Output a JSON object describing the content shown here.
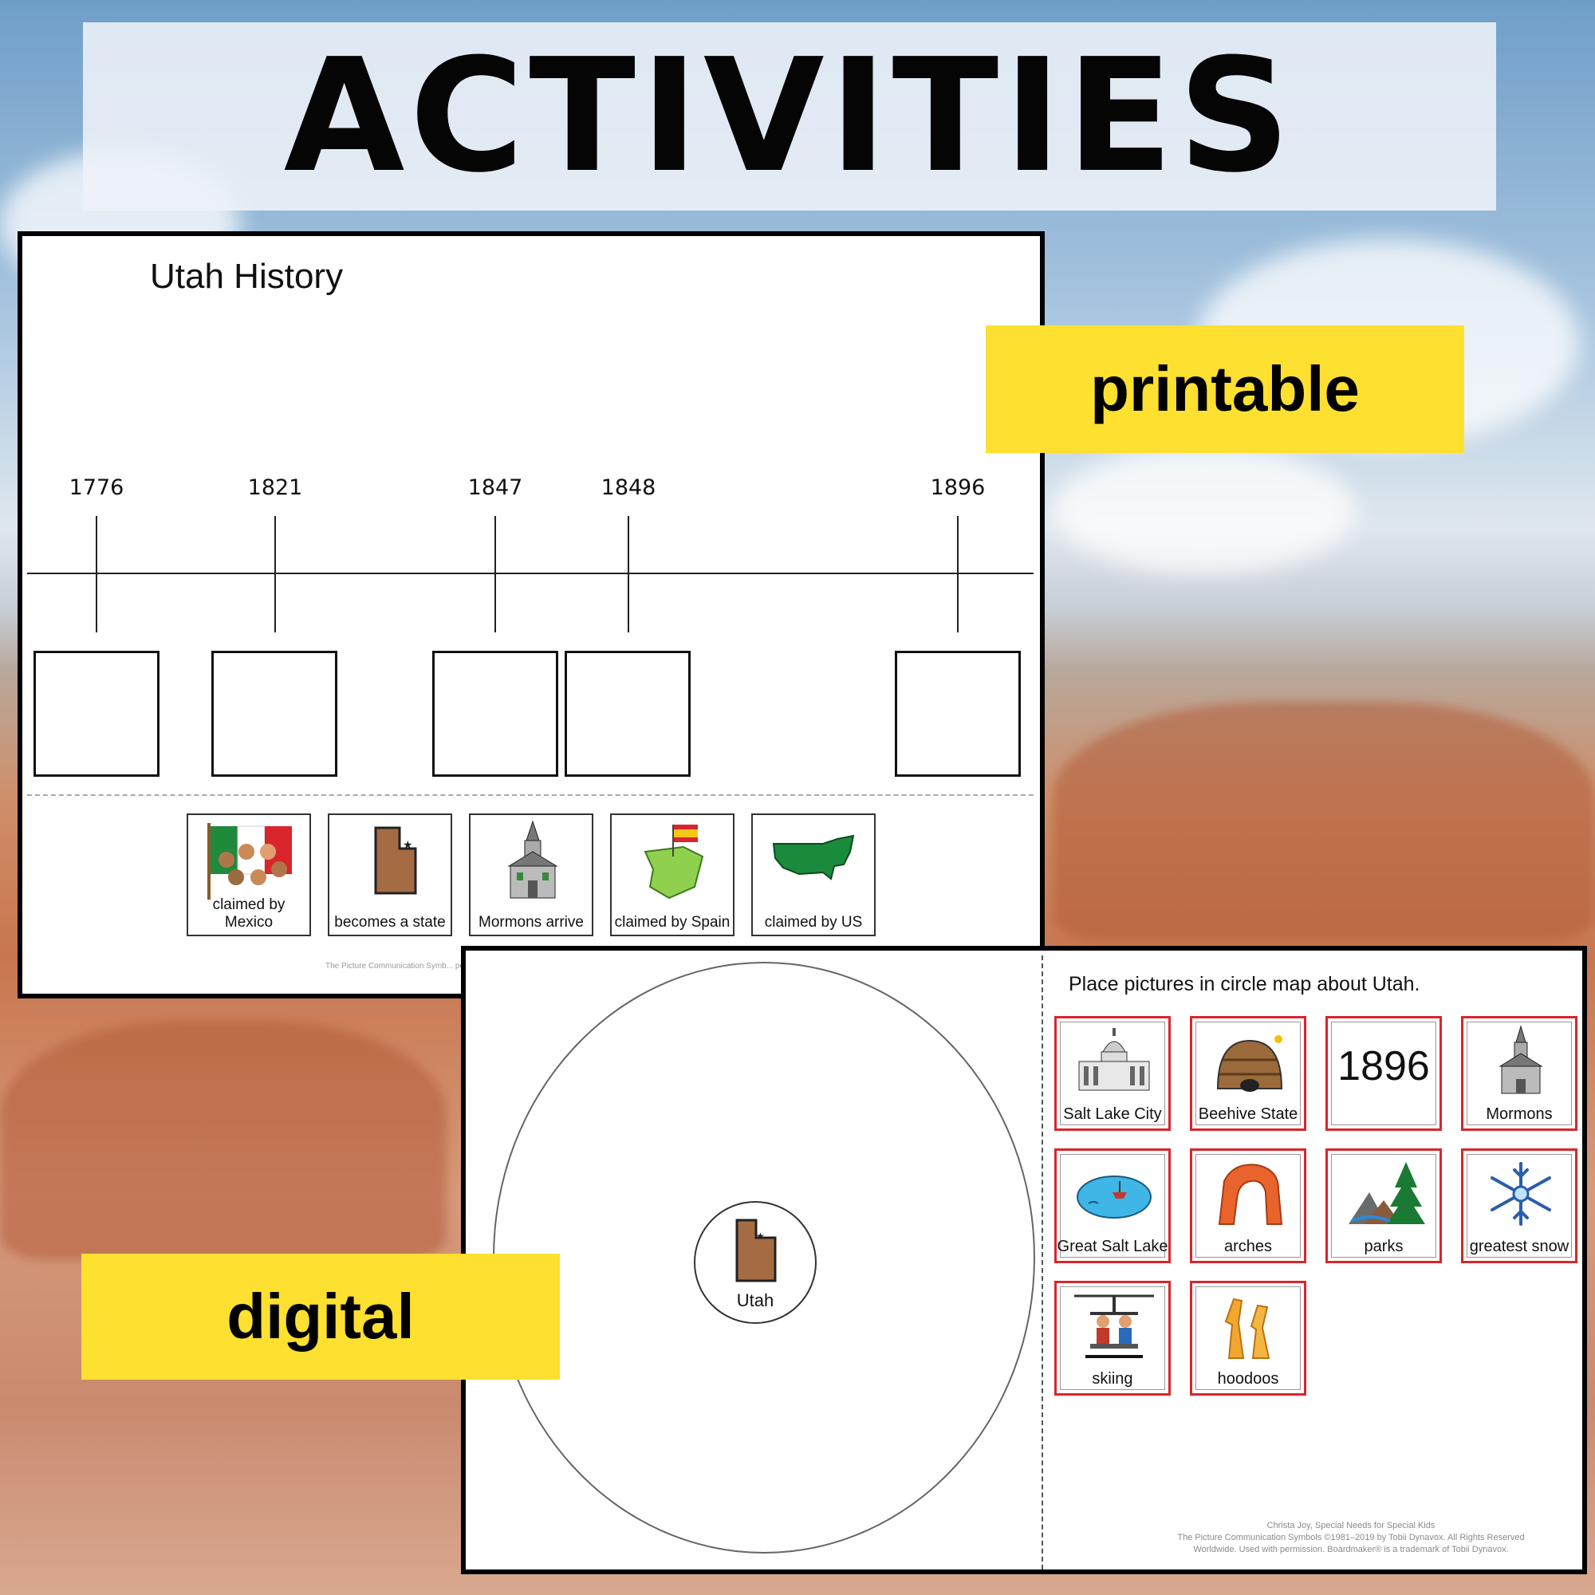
{
  "title": "ACTIVITIES",
  "tags": {
    "printable": "printable",
    "digital": "digital"
  },
  "timeline": {
    "title": "Utah History",
    "years": [
      "1776",
      "1821",
      "1847",
      "1848",
      "1896"
    ],
    "cards": [
      {
        "label": "claimed by Mexico",
        "icon": "mexico-flag-people-icon"
      },
      {
        "label": "becomes a state",
        "icon": "utah-state-icon"
      },
      {
        "label": "Mormons arrive",
        "icon": "church-icon"
      },
      {
        "label": "claimed by Spain",
        "icon": "spain-map-flag-icon"
      },
      {
        "label": "claimed by US",
        "icon": "us-map-icon"
      }
    ],
    "credit": "The Picture Communication Symb... permis..."
  },
  "circle_map": {
    "center_label": "Utah",
    "instruction": "Place pictures in circle map about Utah.",
    "cards": [
      {
        "label": "Salt Lake City",
        "icon": "capitol-building-icon"
      },
      {
        "label": "Beehive State",
        "icon": "beehive-icon"
      },
      {
        "label": "1896",
        "icon": ""
      },
      {
        "label": "Mormons",
        "icon": "church-icon"
      },
      {
        "label": "Great Salt Lake",
        "icon": "lake-icon"
      },
      {
        "label": "arches",
        "icon": "arch-icon"
      },
      {
        "label": "parks",
        "icon": "mountain-tree-icon"
      },
      {
        "label": "greatest snow",
        "icon": "snowflake-icon"
      },
      {
        "label": "skiing",
        "icon": "ski-lift-icon"
      },
      {
        "label": "hoodoos",
        "icon": "hoodoo-icon"
      }
    ],
    "credits": [
      "Christa Joy, Special Needs for Special Kids",
      "The Picture Communication Symbols ©1981–2019 by Tobii Dynavox. All Rights Reserved",
      "Worldwide. Used with permission. Boardmaker® is a trademark of Tobii Dynavox."
    ]
  },
  "colors": {
    "tag": "#fde030",
    "card_border": "#d8262c"
  }
}
